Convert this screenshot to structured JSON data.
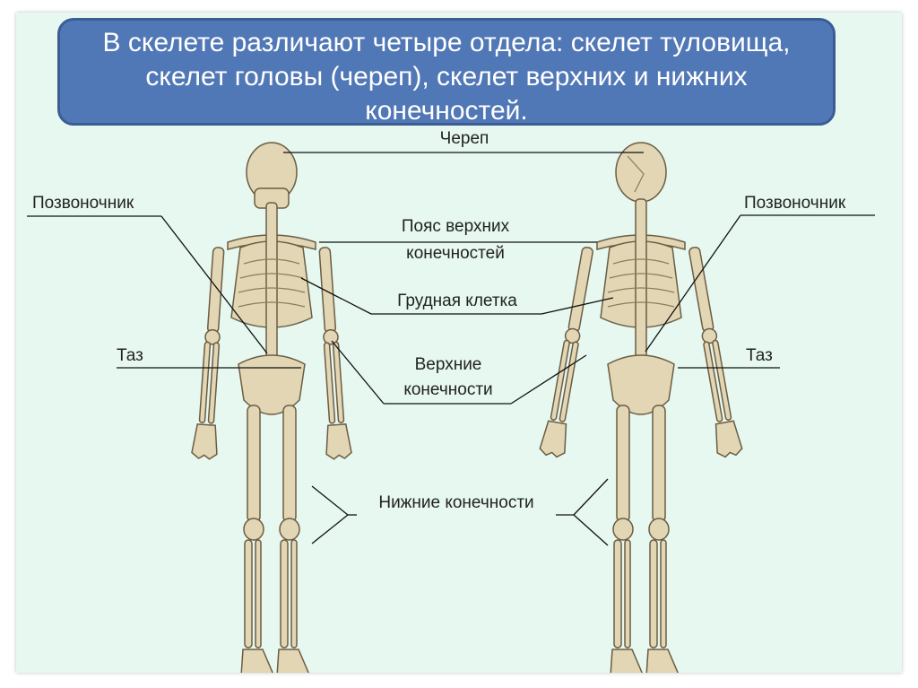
{
  "header": {
    "text": "В скелете различают четыре отдела: скелет туловища, скелет головы (череп), скелет верхних и нижних конечностей."
  },
  "labels": {
    "skull": "Череп",
    "spine_left": "Позвоночник",
    "spine_right": "Позвоночник",
    "upper_girdle_1": "Пояс верхних",
    "upper_girdle_2": "конечностей",
    "chest": "Грудная клетка",
    "pelvis_left": "Таз",
    "pelvis_right": "Таз",
    "upper_limbs_1": "Верхние",
    "upper_limbs_2": "конечности",
    "lower_limbs": "Нижние конечности"
  },
  "colors": {
    "bone": "#e2d6b4",
    "bone_outline": "#6b5d44",
    "header_bg": "#5178b6",
    "slide_bg": "#e6f8ef",
    "leader_line": "#111111"
  }
}
